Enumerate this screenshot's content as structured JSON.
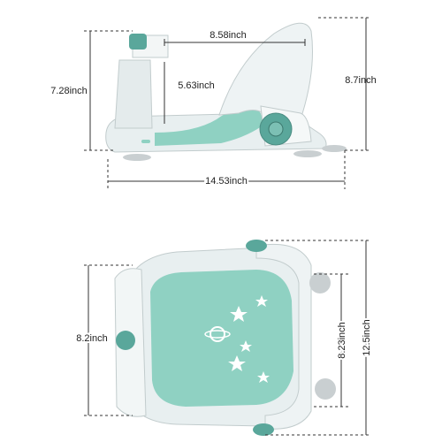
{
  "dimensions": {
    "width_top": "8.58inch",
    "height_left": "7.28inch",
    "back_height": "5.63inch",
    "total_height": "8.7inch",
    "length": "14.53inch",
    "width_front": "8.2inch",
    "seat_width": "8.23inch",
    "total_width": "12.5inch"
  },
  "colors": {
    "body": "#e8eff0",
    "mint": "#8fd1c2",
    "teal_knob": "#5aa79b",
    "suction": "#c9cfd1",
    "outline": "#c2cccd"
  }
}
